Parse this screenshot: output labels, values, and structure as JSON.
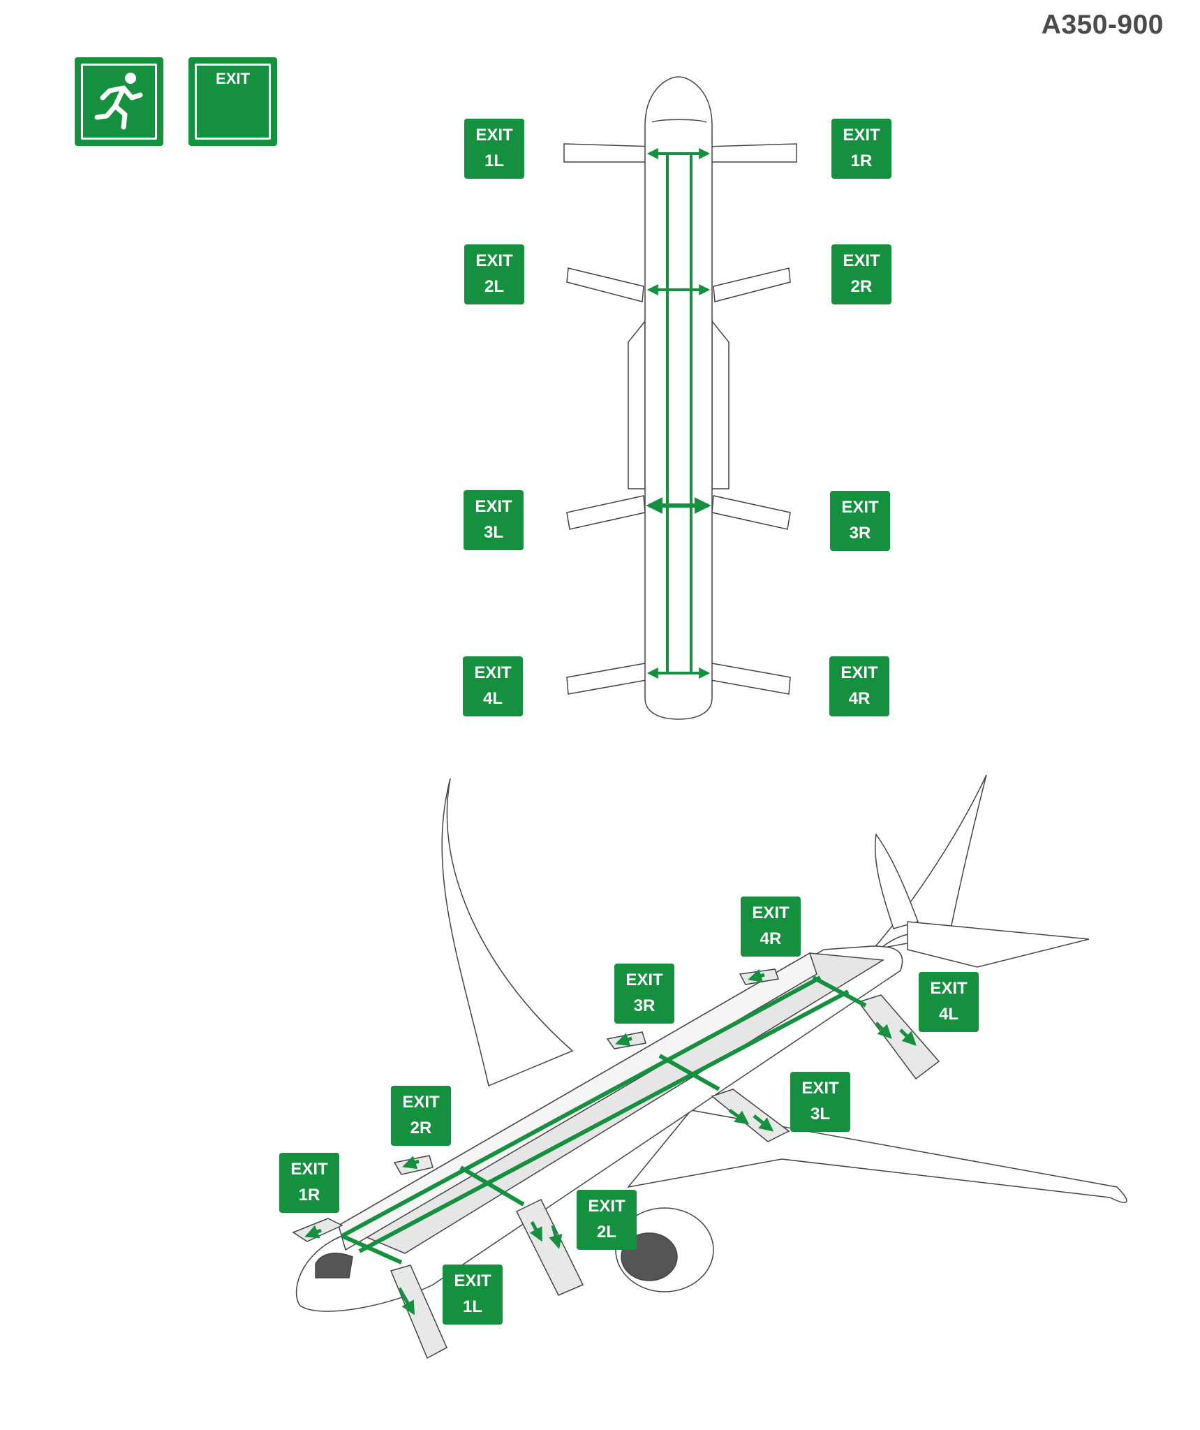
{
  "header": {
    "model": "A350-900"
  },
  "legend": {
    "running_man_icon": "running-man-icon",
    "exit_sign_text": "EXIT"
  },
  "top_view": {
    "exits": [
      {
        "word": "EXIT",
        "id": "1L"
      },
      {
        "word": "EXIT",
        "id": "1R"
      },
      {
        "word": "EXIT",
        "id": "2L"
      },
      {
        "word": "EXIT",
        "id": "2R"
      },
      {
        "word": "EXIT",
        "id": "3L"
      },
      {
        "word": "EXIT",
        "id": "3R"
      },
      {
        "word": "EXIT",
        "id": "4L"
      },
      {
        "word": "EXIT",
        "id": "4R"
      }
    ]
  },
  "perspective_view": {
    "exits": [
      {
        "word": "EXIT",
        "id": "4R"
      },
      {
        "word": "EXIT",
        "id": "3R"
      },
      {
        "word": "EXIT",
        "id": "4L"
      },
      {
        "word": "EXIT",
        "id": "3L"
      },
      {
        "word": "EXIT",
        "id": "2R"
      },
      {
        "word": "EXIT",
        "id": "1R"
      },
      {
        "word": "EXIT",
        "id": "2L"
      },
      {
        "word": "EXIT",
        "id": "1L"
      }
    ]
  },
  "colors": {
    "exit_green": "#14903f",
    "outline": "#444444",
    "title": "#4a4a4a"
  }
}
